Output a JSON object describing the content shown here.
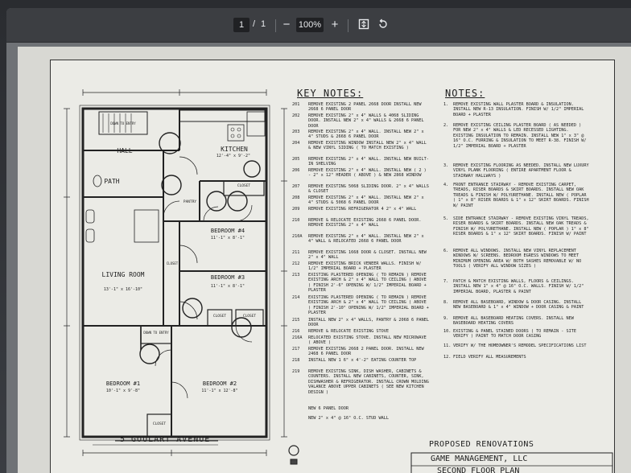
{
  "toolbar": {
    "current_page": "1",
    "page_sep": "/",
    "total_pages": "1",
    "zoom": "100%",
    "zoom_out_icon": "minus-icon",
    "zoom_in_icon": "plus-icon",
    "fit_icon": "fit-page-icon",
    "rotate_icon": "rotate-icon"
  },
  "drawing": {
    "address": "5 GOULART AVENUE",
    "key_notes_title": "KEY NOTES:",
    "notes_title": "NOTES:",
    "rooms": {
      "hall": "HALL",
      "kitchen": "KITCHEN",
      "kitchen_dim": "12'-4\" x 9'-2\"",
      "path": "PATH",
      "living": "LIVING ROOM",
      "living_dim": "13'-1\" x 16'-10\"",
      "bed4": "BEDROOM #4",
      "bed4_dim": "11'-1\" x 8'-1\"",
      "bed3": "BEDROOM #3",
      "bed3_dim": "11'-1\" x 8'-1\"",
      "bed1": "BEDROOM #1",
      "bed1_dim": "10'-1\" x 9'-8\"",
      "bed2": "BEDROOM #2",
      "bed2_dim": "11'-1\" x 12'-8\"",
      "pantry": "PANTRY",
      "closet_a": "CLOSET",
      "closet_b": "CLOSET",
      "closet_c": "CLOSET",
      "closet_d": "CLOSET",
      "closet_e": "CLOSET",
      "dn_stair": "DOWN TO ENTRY",
      "dn_stair2": "DOWN TO ENTRY"
    },
    "key_notes": [
      {
        "num": "201",
        "text": "REMOVE EXISTING 2 PANEL 2668 DOOR INSTALL NEW 2668 6 PANEL DOOR"
      },
      {
        "num": "202",
        "text": "REMOVE EXISTING 2\" x 4\" WALLS & 4068 SLIDING DOOR. INSTALL NEW 2\" x 4\" WALLS & 2668 6 PANEL DOOR"
      },
      {
        "num": "203",
        "text": "REMOVE EXISTING 2\" x 4\" WALL. INSTALL NEW 2\" x 4\" STUDS & 2668 6 PANEL DOOR"
      },
      {
        "num": "204",
        "text": "REMOVE EXISTING WINDOW INSTALL NEW 2\" x 4\" WALL & NEW VINYL SIDING ( TO MATCH EXISTING )"
      },
      {
        "num": "205",
        "text": "REMOVE EXISTING 2\" x 4\" WALL. INSTALL NEW BUILT-IN SHELVING"
      },
      {
        "num": "206",
        "text": "REMOVE EXISTING 2\" x 4\" WALL. INSTALL NEW ( 2 ) - 2\" x 12\" HEADER ( ABOVE ) & NEW 2868 WINDOW"
      },
      {
        "num": "207",
        "text": "REMOVE EXISTING 5068 SLIDING DOOR. 2\" x 4\" WALLS & CLOSET"
      },
      {
        "num": "208",
        "text": "REMOVE EXISTING 2\" x 4\" WALL. INSTALL NEW 2\" x 4\" STUDS & 5068 6 PANEL DOOR"
      },
      {
        "num": "209",
        "text": "REMOVE EXISTING REFRIGERATOR 4 2\" x 4\" WALL"
      },
      {
        "num": "210",
        "text": "REMOVE & RELOCATE EXISTING 2668 6 PANEL DOOR. REMOVE EXISTING 2\" x 4\" WALL"
      },
      {
        "num": "210A",
        "text": "REMOVE EXISTING 2\" x 4\" WALL. INSTALL NEW 2\" x 4\" WALL & RELOCATED 2668 6 PANEL DOOR"
      },
      {
        "num": "211",
        "text": "REMOVE EXISTING 1668 DOOR & CLOSET. INSTALL NEW 2\" x 4\" WALL"
      },
      {
        "num": "212",
        "text": "REMOVE EXISTING BRICK VENEER WALLS. FINISH W/ 1/2\" IMPERIAL BOARD + PLASTER"
      },
      {
        "num": "213",
        "text": "EXISTING PLASTERED OPENING ( TO REMAIN ) REMOVE EXISTING ARCH & 2\" x 4\" WALL TO CEILING ( ABOVE ) FINISH 2'-6\" OPENING W/ 1/2\" IMPERIAL BOARD + PLASTER"
      },
      {
        "num": "214",
        "text": "EXISTING PLASTERED OPENING ( TO REMAIN ) REMOVE EXISTING ARCH & 2\" x 4\" WALL TO CEILING ( ABOVE ) FINISH 2'-10\" OPENING W/ 1/2\" IMPERIAL BOARD + PLASTER"
      },
      {
        "num": "215",
        "text": "INSTALL NEW 2\" x 4\" WALLS, PANTRY & 2068 6 PANEL DOOR"
      },
      {
        "num": "216",
        "text": "REMOVE & RELOCATE EXISTING STOVE"
      },
      {
        "num": "216A",
        "text": "RELOCATED EXISTING STOVE. INSTALL NEW MICROWAVE ( ABOVE )"
      },
      {
        "num": "217",
        "text": "REMOVE EXISTING 2668 2 PANEL DOOR. INSTALL NEW 2468 6 PANEL DOOR"
      },
      {
        "num": "218",
        "text": "INSTALL NEW 1 6\" x 4'-2\" EATING COUNTER TOP"
      },
      {
        "num": "219",
        "text": "REMOVE EXISTING SINK, DISH WASHER, CABINETS & COUNTERS. INSTALL NEW CABINETS, COUNTER, SINK, DISHWASHER & REFRIGERATOR. INSTALL CROWN MOLDING VALANCE ABOVE UPPER CABINETS ( SEE NEW KITCHEN DESIGN )"
      },
      {
        "num": "",
        "text": "NEW 6 PANEL DOOR"
      },
      {
        "num": "",
        "text": "NEW 2\" x 4\" @ 16\" O.C. STUD WALL"
      }
    ],
    "notes": [
      {
        "num": "1.",
        "text": "REMOVE EXISTING WALL PLASTER BOARD & INSULATION. INSTALL NEW R-13 INSULATION. FINISH W/ 1/2\" IMPERIAL BOARD + PLASTER"
      },
      {
        "num": "2.",
        "text": "REMOVE EXISTING CEILING PLASTER BOARD ( AS NEEDED ) FOR NEW 2\" x 4\" WALLS & LED RECESSED LIGHTING. EXISTING INSULATION TO REMAIN. INSTALL NEW 1\" x 3\" @ 16\" O.C. FURRING & INSULATION TO MEET R-38. FINISH W/ 1/2\" IMPERIAL BOARD + PLASTER"
      },
      {
        "num": "3.",
        "text": "REMOVE EXISTING FLOORING AS NEEDED. INSTALL NEW LUXURY VINYL PLANK FLOORING ( ENTIRE APARTMENT FLOOR & STAIRWAY HALLWAYS )"
      },
      {
        "num": "4.",
        "text": "FRONT ENTRANCE STAIRWAY - REMOVE EXISTING CARPET, TREADS, RISER BOARDS & SKIRT BOARDS. INSTALL NEW OAK TREADS & FINISH W/ POLYURETHANE. INSTALL NEW ( POPLAR ) 1\" x 8\" RISER BOARDS & 1\" x 12\" SKIRT BOARDS. FINISH W/ PAINT"
      },
      {
        "num": "5.",
        "text": "SIDE ENTRANCE STAIRWAY - REMOVE EXISTING VINYL TREADS, RISER BOARDS & SKIRT BOARDS. INSTALL NEW OAK TREADS & FINISH W/ POLYURETHANE. INSTALL NEW ( POPLAR ) 1\" x 8\" RISER BOARDS & 1\" x 12\" SKIRT BOARDS. FINISH W/ PAINT"
      },
      {
        "num": "6.",
        "text": "REMOVE ALL WINDOWS. INSTALL NEW VINYL REPLACEMENT WINDOWS W/ SCREENS. BEDROOM EGRESS WINDOWS TO MEET MINIMUM OPENING AREA W/ BOTH SASHES REMOVABLE W/ NO TOOLS ( VERIFY ALL WINDOW SIZES )"
      },
      {
        "num": "7.",
        "text": "PATCH & MATCH EXISTING WALLS, FLOORS & CEILINGS. INSTALL NEW 1\" x 4\" @ 16\" O.C. WALLS. FINISH W/ 1/2\" IMPERIAL BOARD, PLASTER & PAINT"
      },
      {
        "num": "8.",
        "text": "REMOVE ALL BASEBOARD, WINDOW & DOOR CASING. INSTALL NEW BASEBOARD & 1\" x 4\" WINDOW + DOOR CASING & PAINT"
      },
      {
        "num": "9.",
        "text": "REMOVE ALL BASEBOARD HEATING COVERS. INSTALL NEW BASEBOARD HEATING COVERS"
      },
      {
        "num": "10.",
        "text": "EXISTING & PANEL STAINED DOORS ( TO REMAIN - SITE VERIFY ) PAINT TO MATCH DOOR CASING"
      },
      {
        "num": "11.",
        "text": "VERIFY W/ THE HOMEOWNER'S REMODEL SPECIFICATIONS LIST"
      },
      {
        "num": "12.",
        "text": "FIELD VERIFY ALL MEASUREMENTS"
      }
    ],
    "title_block": {
      "line1": "PROPOSED RENOVATIONS",
      "line2": "GAME MANAGEMENT, LLC",
      "line3": "SECOND FLOOR PLAN"
    }
  }
}
